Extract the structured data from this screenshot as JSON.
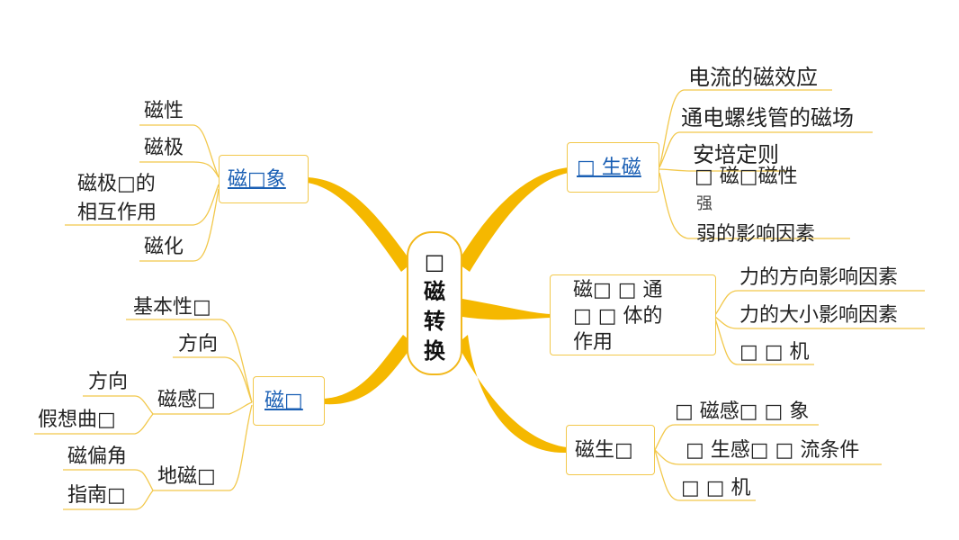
{
  "center": {
    "title": "□\n磁\n转\n换"
  },
  "left": {
    "magnetic_phenomena": {
      "label": "磁□象",
      "items": [
        "磁性",
        "磁极",
        "磁极□的\n相互作用",
        "磁化"
      ]
    },
    "magnetic_field": {
      "label": "磁□",
      "items": [
        "基本性□",
        "方向",
        "方向",
        "假想曲□",
        "磁感□",
        "磁偏角",
        "指南□",
        "地磁□"
      ]
    }
  },
  "right": {
    "electricity_to_magnetism": {
      "label": "□ 生磁",
      "items": [
        "电流的磁效应",
        "通电螺线管的磁场",
        "安培定则",
        "□ 磁□磁性",
        "强",
        "弱的影响因素"
      ]
    },
    "field_on_conductor": {
      "label": "磁□ □ 通\n□ □ 体的\n作用",
      "items": [
        "力的方向影响因素",
        "力的大小影响因素",
        "□ □ 机"
      ]
    },
    "magnetism_to_electricity": {
      "label": "磁生□",
      "items": [
        "□ 磁感□ □ 象",
        "□ 生感□ □ 流条件",
        "□ □ 机"
      ]
    }
  },
  "colors": {
    "branch": "#f5b800",
    "thin_line": "#f2c84b",
    "link": "#1a5fb4"
  }
}
